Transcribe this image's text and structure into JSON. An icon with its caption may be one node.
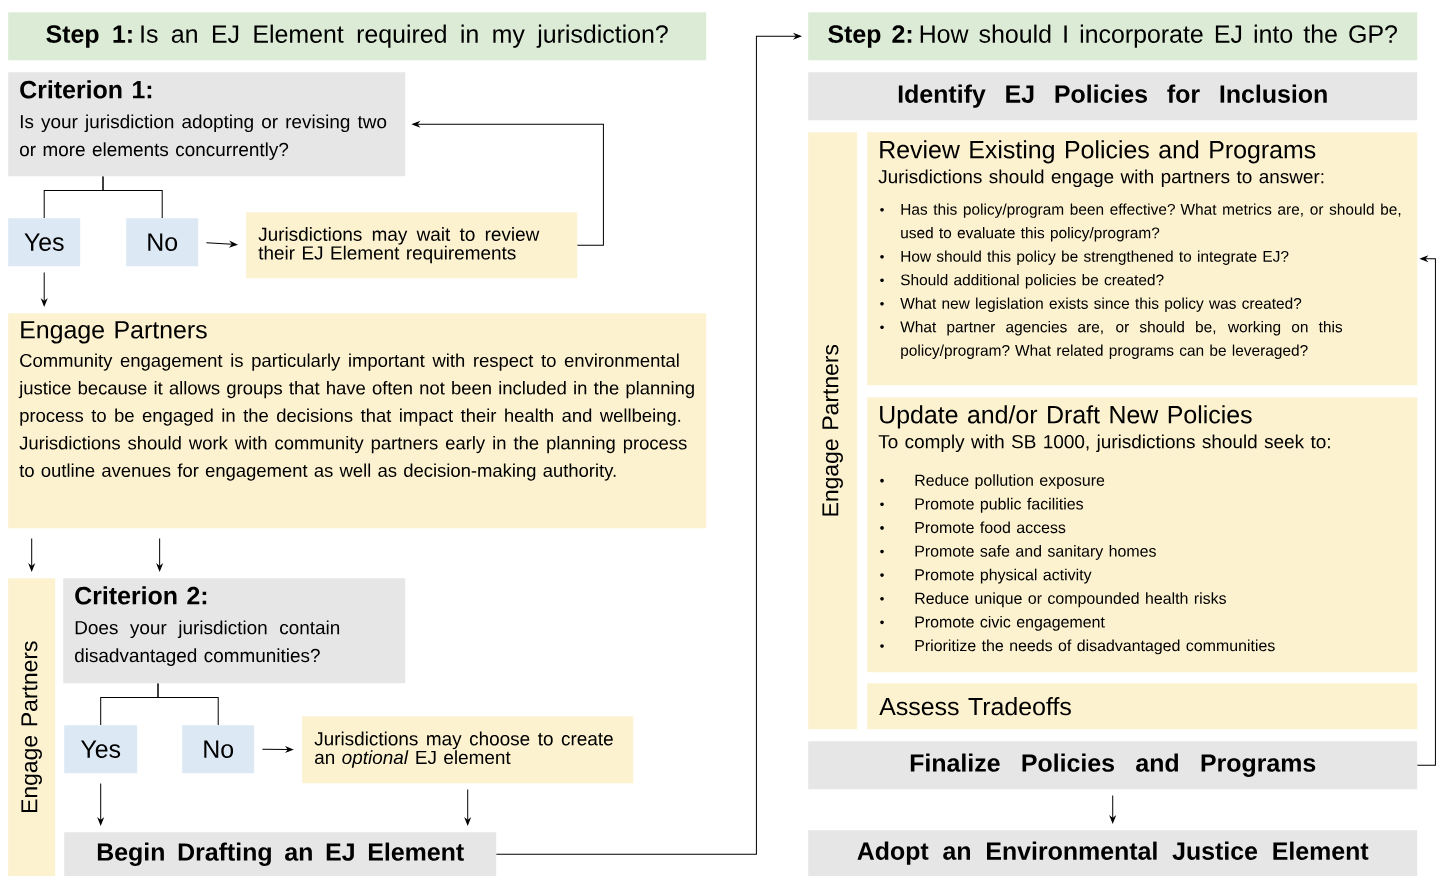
{
  "diagram": {
    "nodes": [
      {
        "text": [
          "**Step 1:** Is an EJ Element required in my jurisdiction?"
        ]
      },
      {
        "text": [
          "Criterion 1:",
          "Is your jurisdiction adopting or revising two or more elements concurrently?"
        ]
      },
      {
        "text": [
          "Yes"
        ]
      },
      {
        "text": [
          "No"
        ]
      },
      {
        "text": [
          "Jurisdictions may wait to review their EJ Element requirements"
        ]
      },
      {
        "text": [
          "Engage Partners",
          "Community engagement is particularly important with respect to environmental justice because it allows groups that have often not been included in the planning process to be engaged in the decisions that impact their health and wellbeing. Jurisdictions should work with community partners early in the planning process to outline avenues for engagement as well as decision-making authority."
        ]
      },
      {
        "text": [
          "Engage Partners"
        ]
      },
      {
        "text": [
          "Criterion 2:",
          "Does your jurisdiction contain disadvantaged communities?"
        ]
      },
      {
        "text": [
          "Yes"
        ]
      },
      {
        "text": [
          "No"
        ]
      },
      {
        "text": [
          "Jurisdictions may choose to create an *optional* EJ element"
        ]
      },
      {
        "text": [
          "Begin Drafting an EJ Element"
        ]
      },
      {
        "text": [
          "**Step 2:** How should I incorporate EJ into the GP?"
        ]
      },
      {
        "text": [
          "Identify EJ Policies for Inclusion"
        ]
      },
      {
        "text": [
          "Engage Partners"
        ]
      },
      {
        "text": [
          "Review Existing Policies and Programs",
          "Jurisdictions should engage with partners to answer:",
          "Has this policy/program been effective? What metrics are, or should be, used to evaluate this policy/program?",
          "How should this policy be strengthened to integrate EJ?",
          "Should additional policies be created?",
          "What new legislation exists since this policy was created?",
          "What partner agencies are, or should be, working on this policy/program?  What related programs can be leveraged?"
        ]
      },
      {
        "text": [
          "Update and/or Draft New Policies",
          "To comply with SB 1000, jurisdictions should seek to:",
          "Reduce pollution exposure",
          "Promote public facilities",
          "Promote food access",
          "Promote safe and sanitary homes",
          "Promote physical activity",
          "Reduce unique or compounded health risks",
          "Promote civic engagement",
          "Prioritize the needs of disadvantaged communities"
        ]
      },
      {
        "text": [
          "Assess Tradeoffs"
        ]
      },
      {
        "text": [
          "Finalize Policies and Programs"
        ]
      },
      {
        "text": [
          "Adopt an Environmental Justice Element"
        ]
      }
    ],
    "edges": [
      {
        "from": 1,
        "to": 2,
        "arrow": "none"
      },
      {
        "from": 1,
        "to": 3,
        "arrow": "none"
      },
      {
        "from": 3,
        "to": 4,
        "arrow": "to"
      },
      {
        "from": 4,
        "to": 1,
        "arrow": "to"
      },
      {
        "from": 2,
        "to": 5,
        "arrow": "to"
      },
      {
        "from": 5,
        "to": 6,
        "arrow": "to"
      },
      {
        "from": 5,
        "to": 7,
        "arrow": "to"
      },
      {
        "from": 7,
        "to": 8,
        "arrow": "none"
      },
      {
        "from": 7,
        "to": 9,
        "arrow": "none"
      },
      {
        "from": 9,
        "to": 10,
        "arrow": "to"
      },
      {
        "from": 8,
        "to": 11,
        "arrow": "to"
      },
      {
        "from": 10,
        "to": 11,
        "arrow": "to"
      },
      {
        "from": 11,
        "to": 12,
        "arrow": "to"
      },
      {
        "from": 18,
        "to": 15,
        "arrow": "to"
      },
      {
        "from": 18,
        "to": 19,
        "arrow": "to"
      }
    ]
  }
}
